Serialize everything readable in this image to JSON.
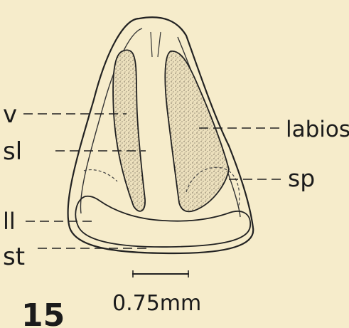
{
  "figure": {
    "number": "15",
    "scale_bar_label": "0.75mm",
    "labels": {
      "v": "v",
      "sl": "sl",
      "ll": "ll",
      "st": "st",
      "labios": "labios",
      "sp": "sp"
    }
  }
}
